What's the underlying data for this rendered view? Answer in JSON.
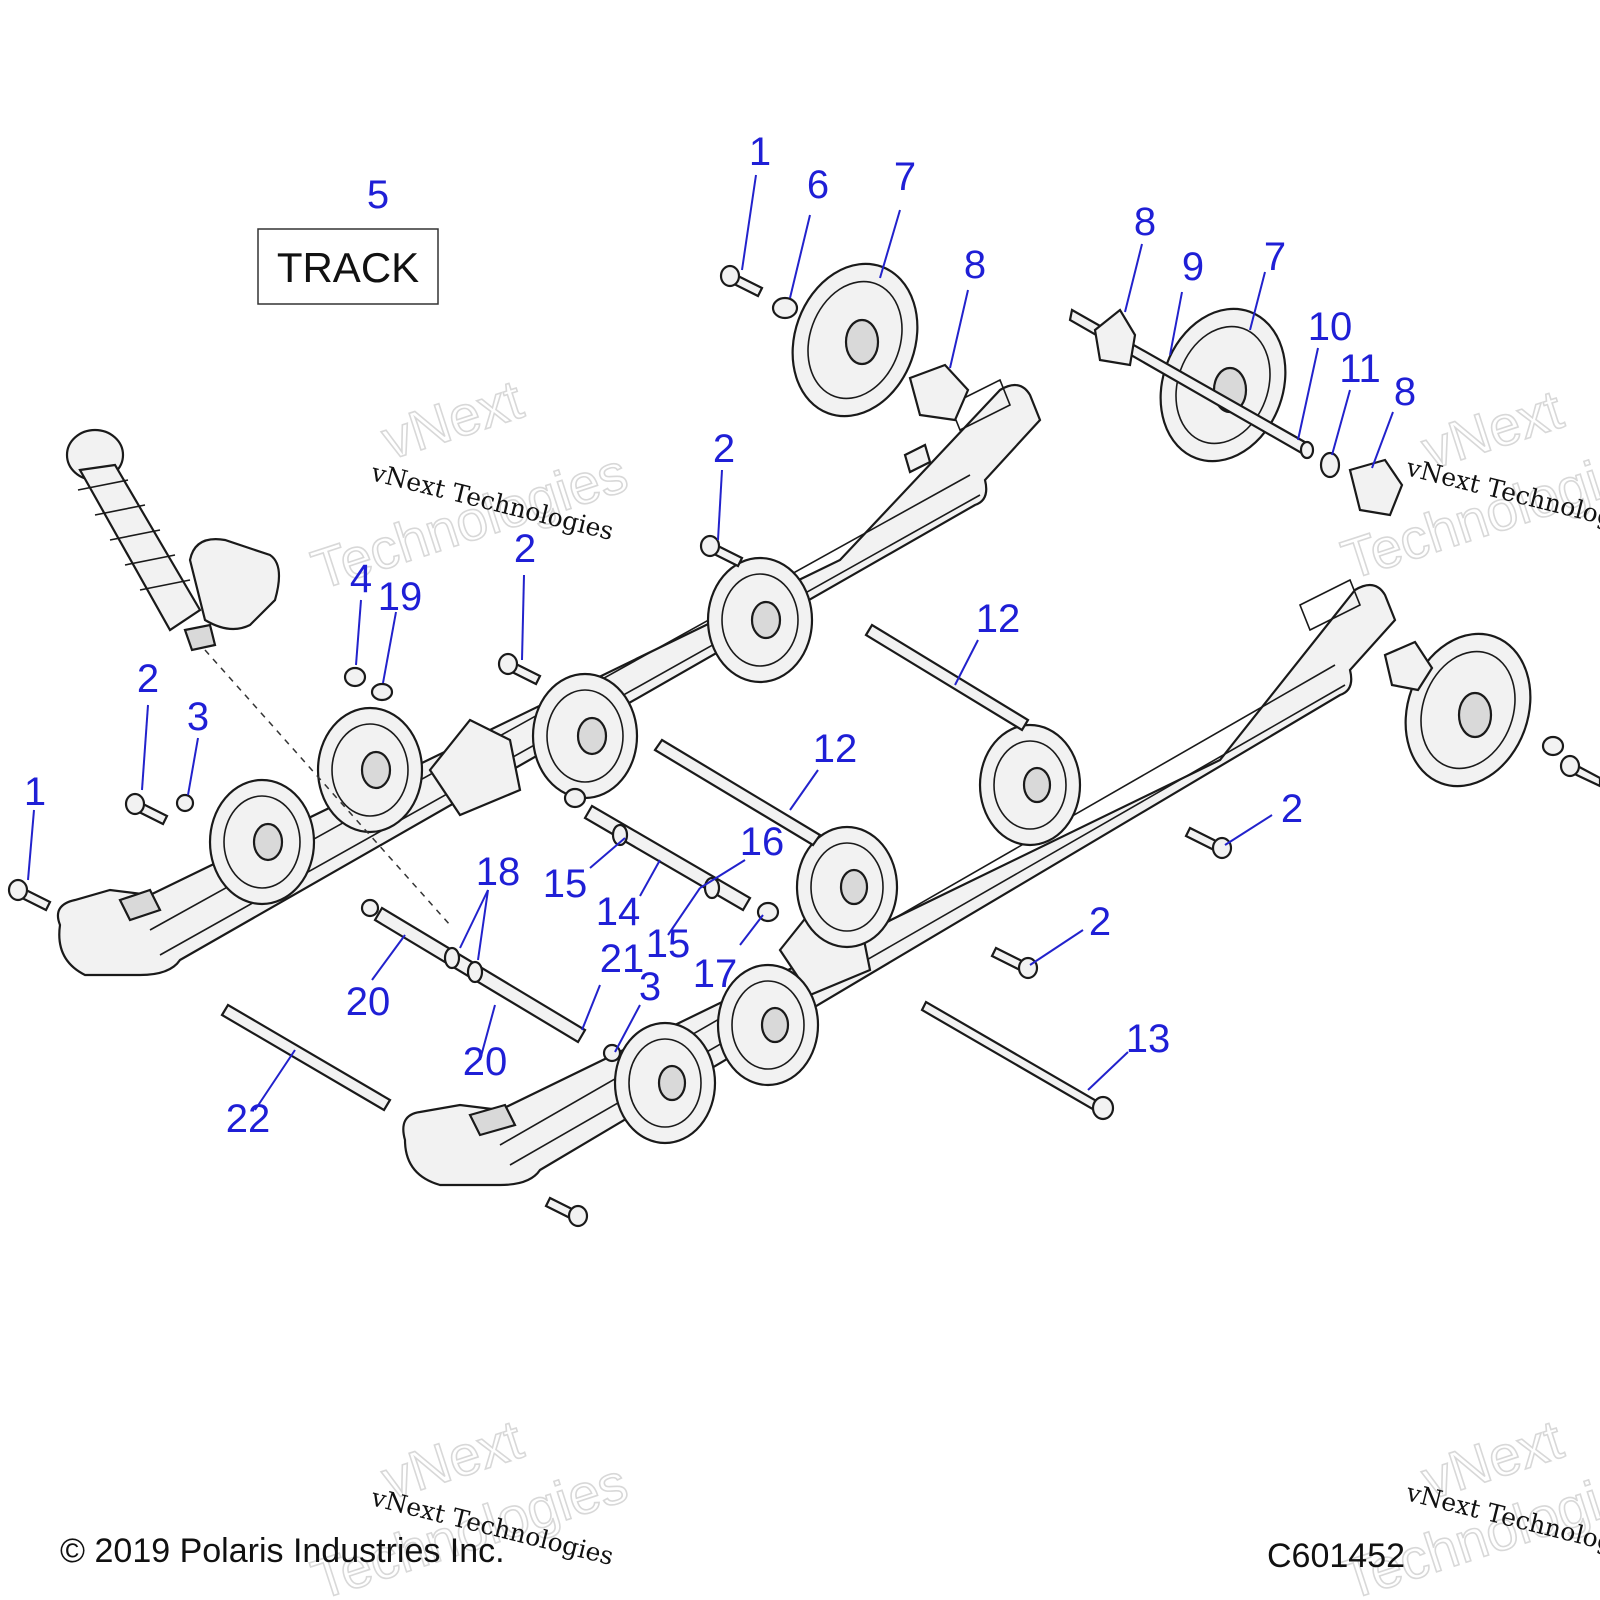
{
  "diagram": {
    "track_label": "TRACK",
    "callouts": [
      {
        "id": "c1a",
        "text": "1"
      },
      {
        "id": "c6",
        "text": "6"
      },
      {
        "id": "c7a",
        "text": "7"
      },
      {
        "id": "c8a",
        "text": "8"
      },
      {
        "id": "c8b",
        "text": "8"
      },
      {
        "id": "c9",
        "text": "9"
      },
      {
        "id": "c7b",
        "text": "7"
      },
      {
        "id": "c10",
        "text": "10"
      },
      {
        "id": "c11",
        "text": "11"
      },
      {
        "id": "c8c",
        "text": "8"
      },
      {
        "id": "c5",
        "text": "5"
      },
      {
        "id": "c2a",
        "text": "2"
      },
      {
        "id": "c2b",
        "text": "2"
      },
      {
        "id": "c4",
        "text": "4"
      },
      {
        "id": "c19",
        "text": "19"
      },
      {
        "id": "c12a",
        "text": "12"
      },
      {
        "id": "c2c",
        "text": "2"
      },
      {
        "id": "c3a",
        "text": "3"
      },
      {
        "id": "c12b",
        "text": "12"
      },
      {
        "id": "c1b",
        "text": "1"
      },
      {
        "id": "c2d",
        "text": "2"
      },
      {
        "id": "c18",
        "text": "18"
      },
      {
        "id": "c16",
        "text": "16"
      },
      {
        "id": "c15a",
        "text": "15"
      },
      {
        "id": "c14",
        "text": "14"
      },
      {
        "id": "c2e",
        "text": "2"
      },
      {
        "id": "c15b",
        "text": "15"
      },
      {
        "id": "c21",
        "text": "21"
      },
      {
        "id": "c17",
        "text": "17"
      },
      {
        "id": "c20a",
        "text": "20"
      },
      {
        "id": "c3b",
        "text": "3"
      },
      {
        "id": "c13",
        "text": "13"
      },
      {
        "id": "c20b",
        "text": "20"
      },
      {
        "id": "c22",
        "text": "22"
      }
    ]
  },
  "watermark": {
    "line": "vNext Technologies",
    "big_top": "vNext",
    "big_bottom": "Technologies"
  },
  "footer": {
    "copyright": "© 2019 Polaris Industries Inc.",
    "code": "C601452"
  }
}
